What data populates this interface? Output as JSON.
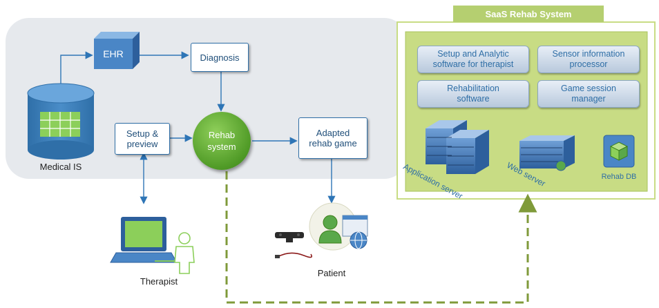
{
  "medical": {
    "ehr": "EHR",
    "diagnosis": "Diagnosis",
    "setup_preview_line1": "Setup &",
    "setup_preview_line2": "preview",
    "rehab_line1": "Rehab",
    "rehab_line2": "system",
    "adapted_line1": "Adapted",
    "adapted_line2": "rehab game",
    "medical_is": "Medical IS"
  },
  "actors": {
    "therapist": "Therapist",
    "patient": "Patient"
  },
  "saas": {
    "title": "SaaS Rehab System",
    "modules": [
      {
        "line1": "Setup and Analytic",
        "line2": "software for therapist"
      },
      {
        "line1": "Sensor information",
        "line2": "processor"
      },
      {
        "line1": "Rehabilitation",
        "line2": "software"
      },
      {
        "line1": "Game session",
        "line2": "manager"
      }
    ],
    "app_server": "Application server",
    "web_server": "Web server",
    "rehab_db": "Rehab DB"
  },
  "colors": {
    "blue_arrow": "#2e75b6",
    "green_dash": "#7f9a3a",
    "panel_gray": "#e6e9ed",
    "saas_green": "#c8dc84"
  }
}
